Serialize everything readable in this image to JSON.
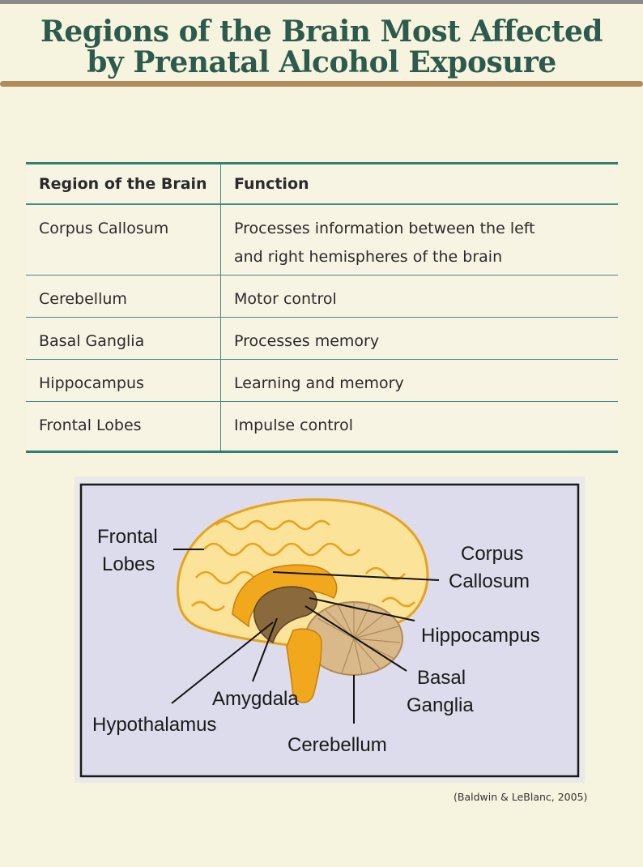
{
  "title": {
    "line1": "Regions of the Brain Most Affected",
    "line2": "by Prenatal Alcohol Exposure"
  },
  "table": {
    "headers": [
      "Region of the Brain",
      "Function"
    ],
    "rows": [
      {
        "region": "Corpus Callosum",
        "function_line1": "Processes information between the left",
        "function_line2": "and right hemispheres of the brain"
      },
      {
        "region": "Cerebellum",
        "function": "Motor control"
      },
      {
        "region": "Basal Ganglia",
        "function": "Processes memory"
      },
      {
        "region": "Hippocampus",
        "function": "Learning and memory"
      },
      {
        "region": "Frontal Lobes",
        "function": "Impulse control"
      }
    ]
  },
  "figure": {
    "labels": {
      "frontal_1": "Frontal",
      "frontal_2": "Lobes",
      "corpus_1": "Corpus",
      "corpus_2": "Callosum",
      "hippocampus": "Hippocampus",
      "basal_1": "Basal",
      "basal_2": "Ganglia",
      "amygdala": "Amygdala",
      "hypothalamus": "Hypothalamus",
      "cerebellum": "Cerebellum"
    },
    "colors": {
      "cortex": "#fbe49a",
      "cortex_outline": "#e8a21c",
      "corpus": "#f2a81c",
      "deep": "#8a6a3c",
      "cerebellum": "#d9b98a",
      "background": "#dcdcec"
    }
  },
  "citation": "(Baldwin & LeBlanc, 2005)"
}
